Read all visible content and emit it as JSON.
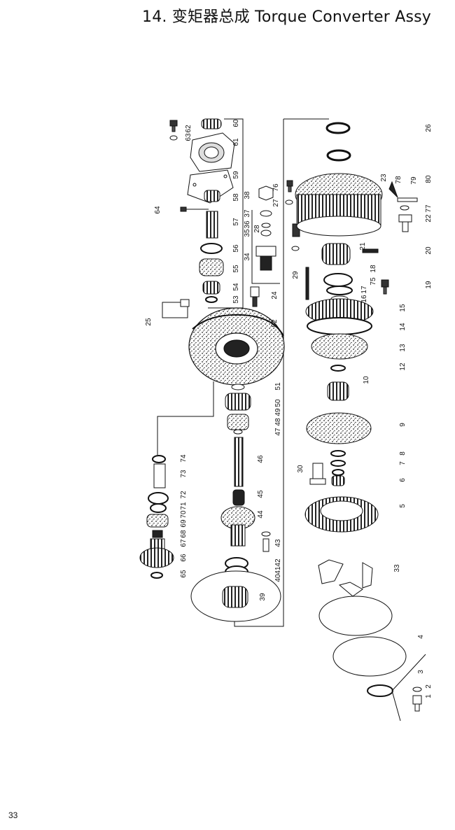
{
  "header": {
    "title": "14.  变矩器总成  Torque Converter Assy"
  },
  "footer": {
    "page_number": "33"
  },
  "callouts": [
    "1",
    "2",
    "3",
    "4",
    "5",
    "6",
    "7",
    "8",
    "9",
    "10",
    "12",
    "13",
    "14",
    "15",
    "16",
    "17",
    "18",
    "19",
    "20",
    "21",
    "22",
    "23",
    "24",
    "25",
    "26",
    "27",
    "28",
    "29",
    "30",
    "33",
    "34",
    "35",
    "36",
    "37",
    "38",
    "39",
    "40",
    "41",
    "42",
    "43",
    "44",
    "45",
    "46",
    "47",
    "48",
    "49",
    "50",
    "51",
    "52",
    "53",
    "54",
    "55",
    "56",
    "57",
    "58",
    "59",
    "60",
    "61",
    "62",
    "63",
    "64",
    "65",
    "66",
    "67",
    "68",
    "69",
    "70",
    "71",
    "72",
    "73",
    "74",
    "75",
    "76",
    "77",
    "78",
    "79",
    "80"
  ]
}
